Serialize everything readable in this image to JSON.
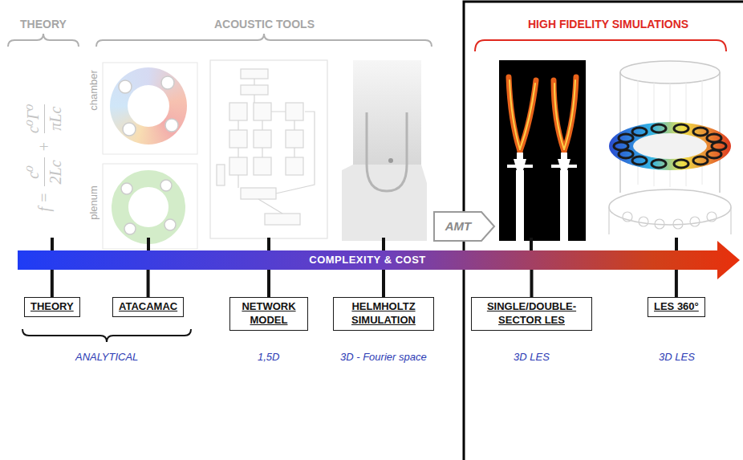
{
  "diagram": {
    "nodes": [
      {
        "text": [
          "AMT"
        ]
      },
      {
        "text": [
          "COMPLEXITY & COST"
        ]
      },
      {
        "text": [
          "THEORY"
        ]
      },
      {
        "text": [
          "ATACAMAC"
        ]
      },
      {
        "text": [
          "NETWORK MODEL"
        ]
      },
      {
        "text": [
          "HELMHOLTZ SIMULATION"
        ]
      },
      {
        "text": [
          "SINGLE/DOUBLE-SECTOR LES"
        ]
      },
      {
        "text": [
          "LES 360°"
        ]
      }
    ],
    "edges": [
      {
        "from": 1,
        "to": 2,
        "arrow": "none"
      },
      {
        "from": 1,
        "to": 3,
        "arrow": "none"
      },
      {
        "from": 1,
        "to": 4,
        "arrow": "none"
      },
      {
        "from": 1,
        "to": 5,
        "arrow": "none"
      },
      {
        "from": 1,
        "to": 6,
        "arrow": "none"
      },
      {
        "from": 1,
        "to": 7,
        "arrow": "none"
      }
    ],
    "labels": [
      "THEORY",
      "ACOUSTIC TOOLS",
      "HIGH FIDELITY SIMULATIONS",
      "chamber",
      "plenum",
      "f =",
      "c⁰",
      "2Lc",
      "+",
      "c⁰Γ⁰",
      "πLc",
      "ANALYTICAL",
      "1,5D",
      "3D - Fourier space",
      "3D LES",
      "3D LES"
    ]
  }
}
